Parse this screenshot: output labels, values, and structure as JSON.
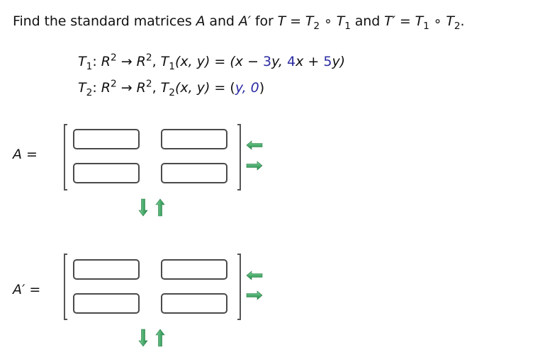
{
  "question": {
    "prefix": "Find the standard matrices ",
    "A": "A",
    "and": " and ",
    "A_prime": "A′",
    "for": " for  ",
    "T_def": "T",
    "eq": " = ",
    "T": "T",
    "sub2": "2",
    "sub1": "1",
    "compose": " ∘ ",
    "and2": " and ",
    "T_prime": "T′",
    "period": "."
  },
  "definitions": [
    {
      "name": "T",
      "sub": "1",
      "domain": "R",
      "domain_exp": "2",
      "arrow": " → ",
      "codomain": "R",
      "codomain_exp": "2",
      "args": "(x, y)",
      "rhs_parts": [
        "(x − ",
        "3",
        "y, ",
        "4",
        "x + ",
        "5",
        "y)"
      ]
    },
    {
      "name": "T",
      "sub": "2",
      "domain": "R",
      "domain_exp": "2",
      "arrow": " → ",
      "codomain": "R",
      "codomain_exp": "2",
      "args": "(x, y)",
      "rhs_parts": [
        "(",
        "y, 0",
        ")"
      ]
    }
  ],
  "matrices": [
    {
      "label": "A",
      "equals": " =",
      "cells": [
        "",
        "",
        "",
        ""
      ]
    },
    {
      "label": "A′",
      "equals": " =",
      "cells": [
        "",
        "",
        "",
        ""
      ]
    }
  ],
  "controls": {
    "remove_column": "remove-column",
    "add_column": "add-column",
    "add_row": "add-row",
    "remove_row": "remove-row"
  },
  "colors": {
    "text": "#111111",
    "coefficient_blue": "#2b2ba3",
    "arrow_green": "#2e9a55",
    "border": "#4a4a4a"
  }
}
